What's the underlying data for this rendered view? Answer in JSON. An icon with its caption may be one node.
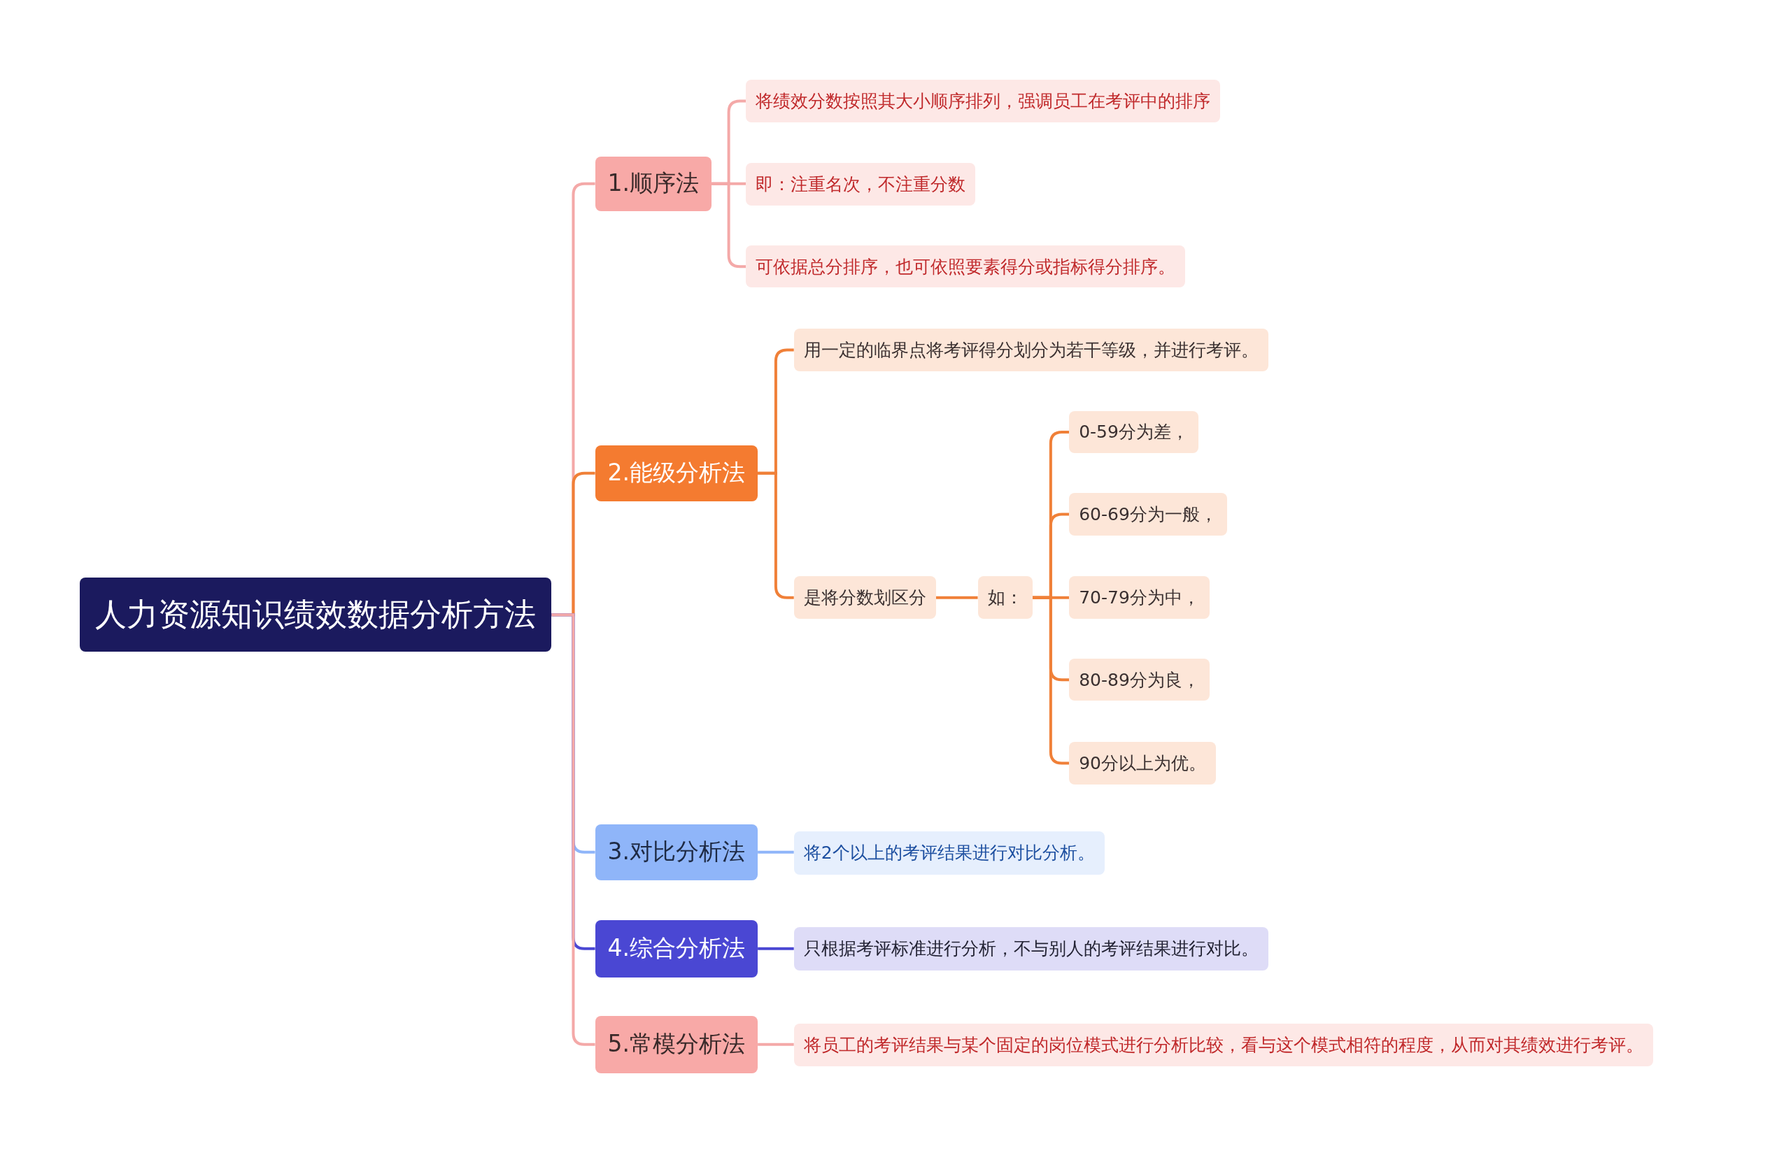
{
  "diagram": {
    "nodes": [
      {
        "text": [
          "人力资源知识绩效数据分析方法"
        ]
      },
      {
        "text": [
          "1.顺序法"
        ]
      },
      {
        "text": [
          "将绩效分数按照其大小顺序排列，强调员工在考评中的排序"
        ]
      },
      {
        "text": [
          "即：注重名次，不注重分数"
        ]
      },
      {
        "text": [
          "可依据总分排序，也可依照要素得分或指标得分排序。"
        ]
      },
      {
        "text": [
          "2.能级分析法"
        ]
      },
      {
        "text": [
          "用一定的临界点将考评得分划分为若干等级，并进行考评。"
        ]
      },
      {
        "text": [
          "是将分数划区分"
        ]
      },
      {
        "text": [
          "如："
        ]
      },
      {
        "text": [
          "0-59分为差，"
        ]
      },
      {
        "text": [
          "60-69分为一般，"
        ]
      },
      {
        "text": [
          "70-79分为中，"
        ]
      },
      {
        "text": [
          "80-89分为良，"
        ]
      },
      {
        "text": [
          "90分以上为优。"
        ]
      },
      {
        "text": [
          "3.对比分析法"
        ]
      },
      {
        "text": [
          "将2个以上的考评结果进行对比分析。"
        ]
      },
      {
        "text": [
          "4.综合分析法"
        ]
      },
      {
        "text": [
          "只根据考评标准进行分析，不与别人的考评结果进行对比。"
        ]
      },
      {
        "text": [
          "5.常模分析法"
        ]
      },
      {
        "text": [
          "将员工的考评结果与某个固定的岗位模式进行分析比较，看与这个模式相符的程度，从而对其绩效进行考评。"
        ]
      }
    ],
    "edges": [
      {
        "from": 0,
        "to": 1,
        "arrow": "none",
        "color": "#f4a9a8"
      },
      {
        "from": 1,
        "to": 2,
        "arrow": "none",
        "color": "#f4a9a8"
      },
      {
        "from": 1,
        "to": 3,
        "arrow": "none",
        "color": "#f4a9a8"
      },
      {
        "from": 1,
        "to": 4,
        "arrow": "none",
        "color": "#f4a9a8"
      },
      {
        "from": 0,
        "to": 5,
        "arrow": "none"
      },
      {
        "from": 5,
        "to": 6,
        "arrow": "none"
      },
      {
        "from": 5,
        "to": 7,
        "arrow": "none"
      },
      {
        "from": 7,
        "to": 8,
        "arrow": "none"
      },
      {
        "from": 8,
        "to": 9,
        "arrow": "none"
      },
      {
        "from": 8,
        "to": 10,
        "arrow": "none"
      },
      {
        "from": 8,
        "to": 11,
        "arrow": "none"
      },
      {
        "from": 8,
        "to": 12,
        "arrow": "none"
      },
      {
        "from": 8,
        "to": 13,
        "arrow": "none"
      },
      {
        "from": 0,
        "to": 14,
        "arrow": "none",
        "color": "#8fb5f9"
      },
      {
        "from": 14,
        "to": 15,
        "arrow": "none",
        "color": "#8fb5f9"
      },
      {
        "from": 0,
        "to": 16,
        "arrow": "none",
        "color": "#4a47d3"
      },
      {
        "from": 16,
        "to": 17,
        "arrow": "none",
        "color": "#4a47d3"
      },
      {
        "from": 0,
        "to": 18,
        "arrow": "none",
        "color": "#f4a9a8"
      },
      {
        "from": 18,
        "to": 19,
        "arrow": "none",
        "color": "#f4a9a8"
      }
    ]
  }
}
